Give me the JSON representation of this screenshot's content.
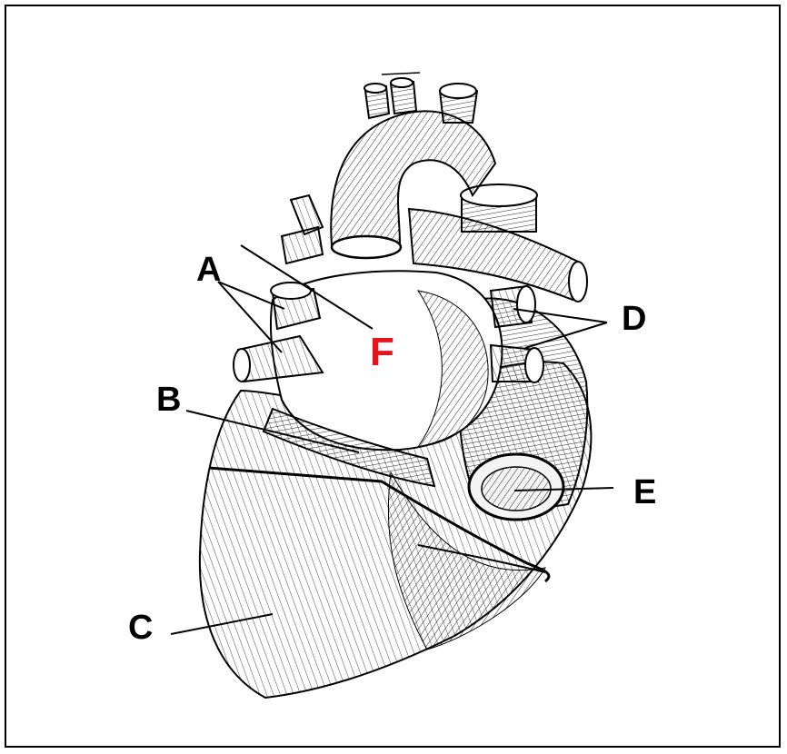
{
  "labels": {
    "a": "A",
    "b": "B",
    "c": "C",
    "d": "D",
    "e": "E",
    "f": "F"
  },
  "colors": {
    "ink": "#000000",
    "highlight_label": "#e8141b",
    "background": "#ffffff"
  }
}
